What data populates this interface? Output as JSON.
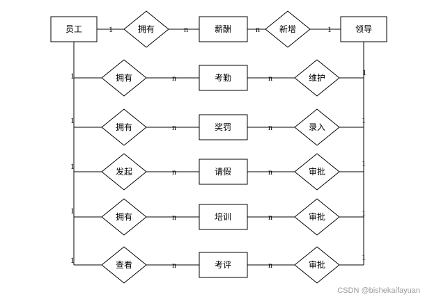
{
  "entities": {
    "employee": "员工",
    "leader": "领导",
    "salary": "薪酬",
    "attendance": "考勤",
    "reward_punish": "奖罚",
    "leave": "请假",
    "training": "培训",
    "evaluation": "考评"
  },
  "relationships": {
    "top_own": "拥有",
    "top_add": "新增",
    "r1_left": "拥有",
    "r1_right": "维护",
    "r2_left": "拥有",
    "r2_right": "录入",
    "r3_left": "发起",
    "r3_right": "审批",
    "r4_left": "拥有",
    "r4_right": "审批",
    "r5_left": "查看",
    "r5_right": "审批"
  },
  "cardinality": {
    "one": "1",
    "many": "n"
  },
  "watermark": "CSDN @bishekaifayuan"
}
